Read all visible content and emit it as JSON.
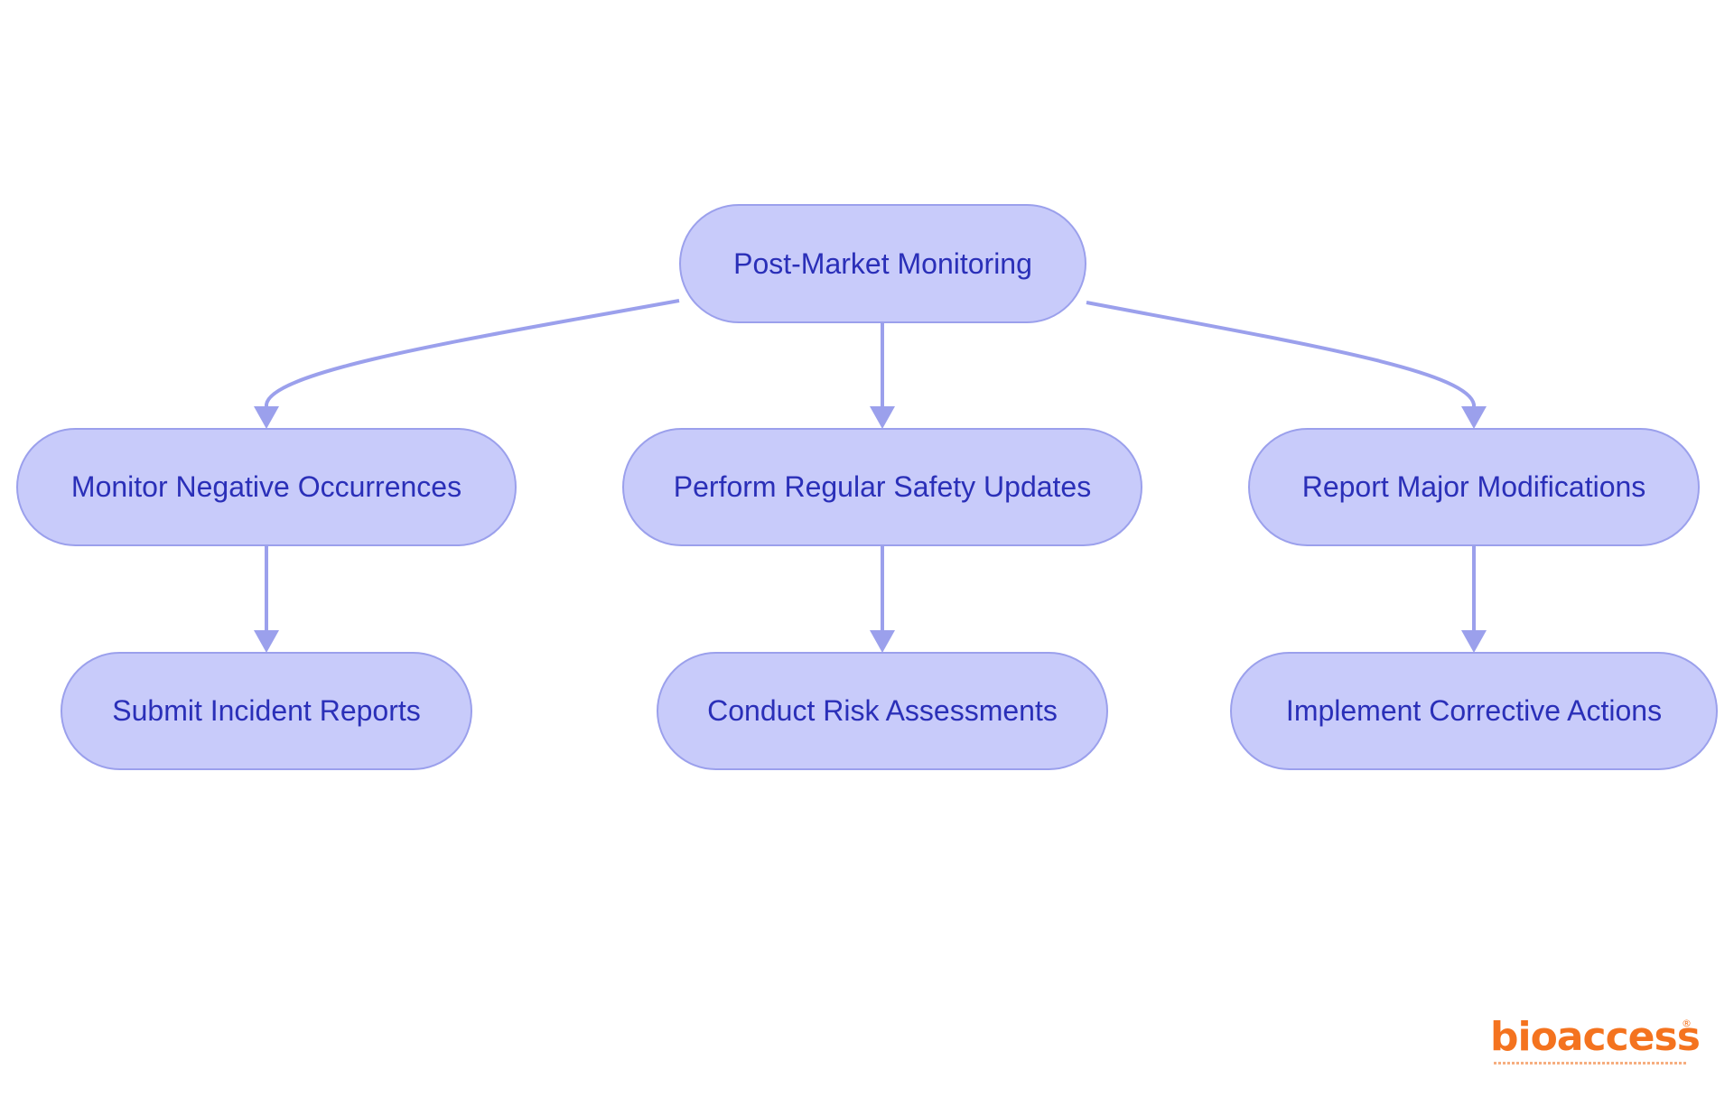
{
  "diagram": {
    "root": {
      "label": "Post-Market Monitoring"
    },
    "branches": [
      {
        "label": "Monitor Negative Occurrences",
        "child": {
          "label": "Submit Incident Reports"
        }
      },
      {
        "label": "Perform Regular Safety Updates",
        "child": {
          "label": "Conduct Risk Assessments"
        }
      },
      {
        "label": "Report Major Modifications",
        "child": {
          "label": "Implement Corrective Actions"
        }
      }
    ]
  },
  "colors": {
    "node_fill": "#c8cbfa",
    "node_border": "#9ba0ec",
    "node_text": "#2a2fb8",
    "edge": "#9ba0ec",
    "logo": "#f4731f"
  },
  "logo": {
    "wordmark": "bioaccess",
    "mark": "®"
  }
}
